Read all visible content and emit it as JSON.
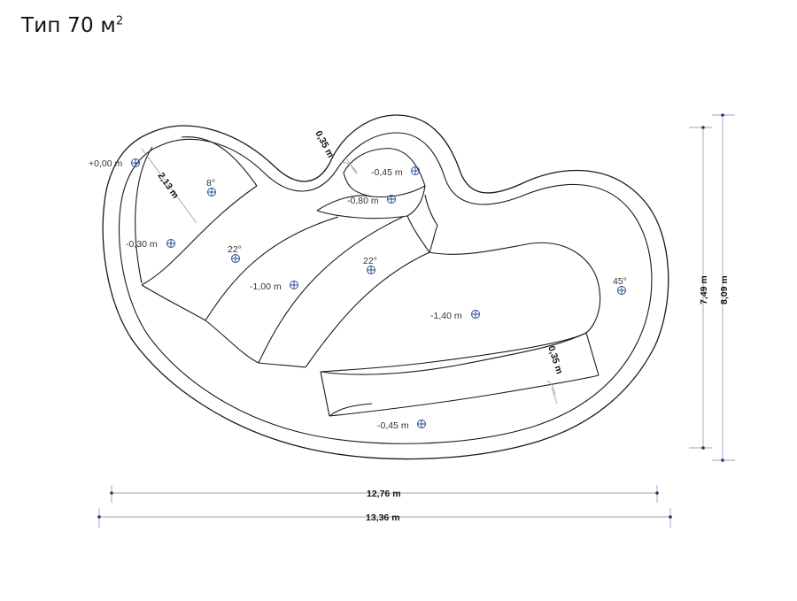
{
  "title": {
    "text": "Тип 70 м",
    "sup": "2"
  },
  "markers": {
    "m1": "+0,00 m",
    "m2": "-0,30 m",
    "m3": "-1,00 m",
    "m4": "-1,40 m",
    "m5": "-0,45 m",
    "m6": "-0,80 m",
    "m7": "-0,45 m"
  },
  "slopes": {
    "s1": "8°",
    "s2": "22°",
    "s3": "22°",
    "s4": "45°"
  },
  "dimensions": {
    "step_width": "2,13 m",
    "top_step": "0,35 m",
    "bench_step": "0,35 m",
    "inner_width": "12,76 m",
    "outer_width": "13,36 m",
    "inner_height": "7,49 m",
    "outer_height": "8,09 m"
  }
}
